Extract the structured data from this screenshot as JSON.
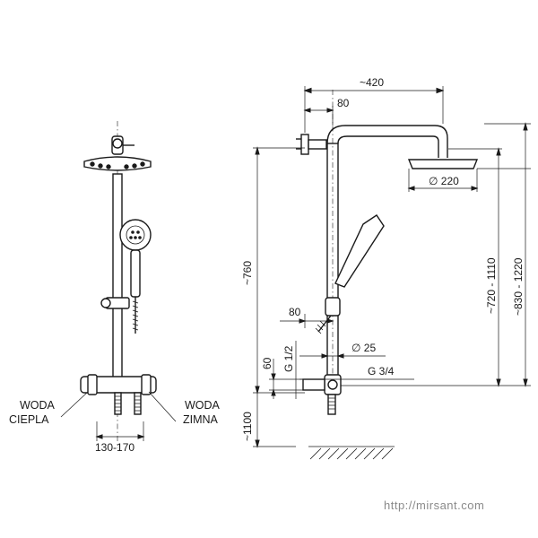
{
  "labels": {
    "hot_water_1": "WODA",
    "hot_water_2": "CIEPLA",
    "cold_water_1": "WODA",
    "cold_water_2": "ZIMNA",
    "spacing": "130-170"
  },
  "dimensions": {
    "width_top": "~420",
    "arm_offset": "80",
    "head_diameter": "∅ 220",
    "total_height": "~760",
    "rail_range": "~720 - 1110",
    "head_height_range": "~830 - 1220",
    "holder_offset": "80",
    "pipe_diameter": "∅ 25",
    "thread_small": "G 1/2",
    "thread_large": "G 3/4",
    "inlet_height": "60",
    "mount_height": "~1100"
  },
  "watermark": "http://mirsant.com"
}
